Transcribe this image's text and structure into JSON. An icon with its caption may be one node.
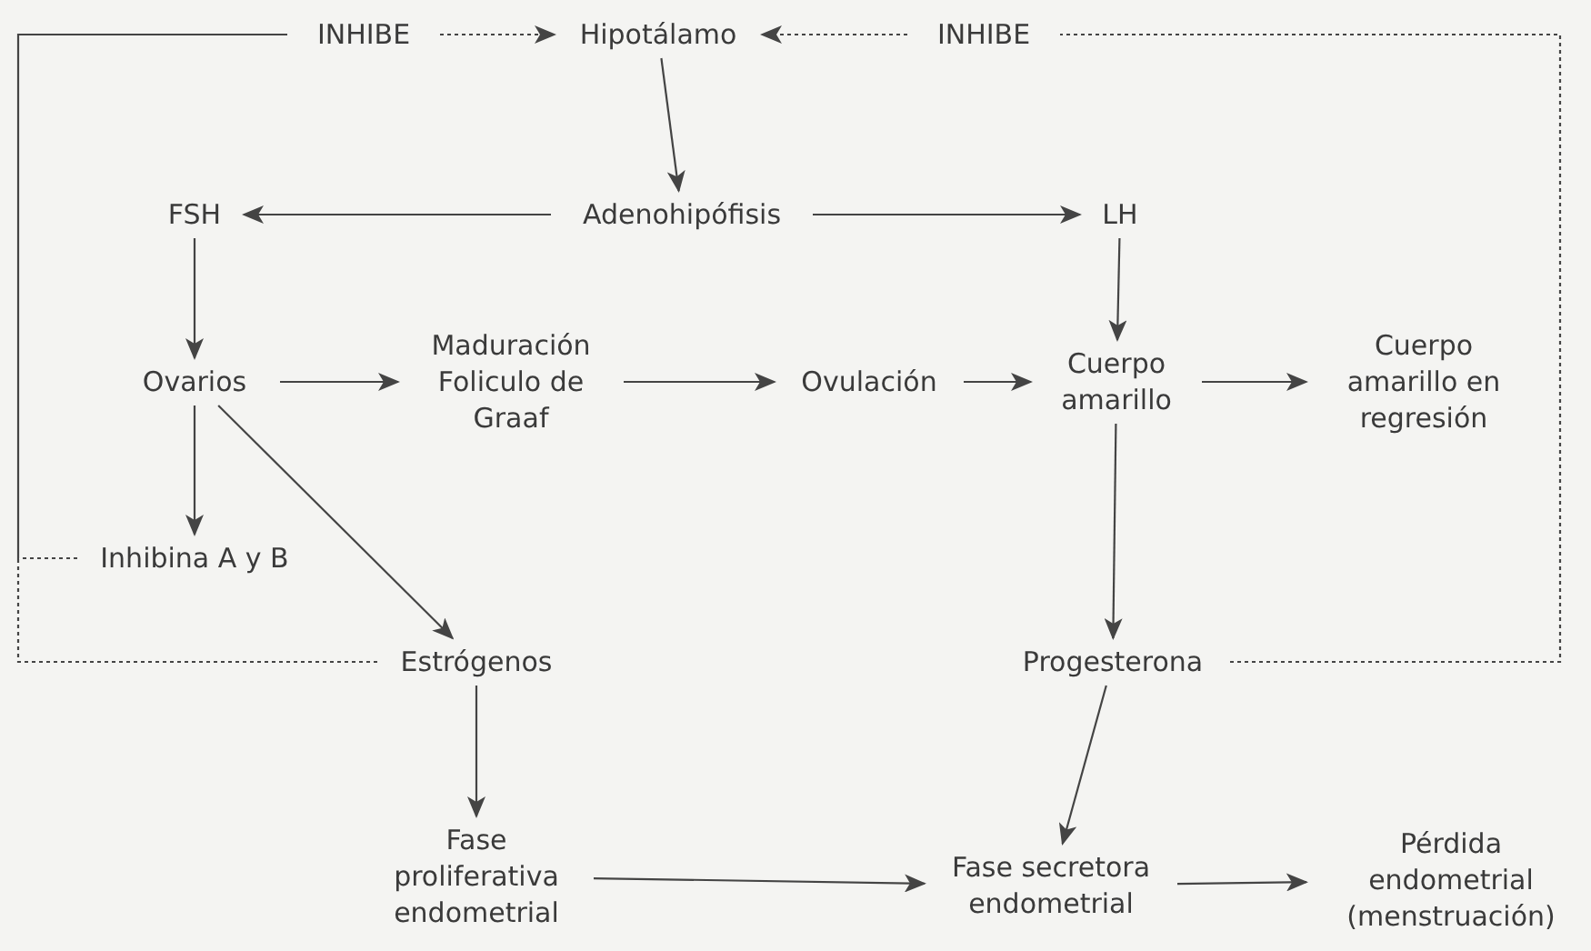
{
  "diagram": {
    "nodes": [
      {
        "text": [
          "INHIBE"
        ]
      },
      {
        "text": [
          "Hipotálamo"
        ]
      },
      {
        "text": [
          "INHIBE"
        ]
      },
      {
        "text": [
          "FSH"
        ]
      },
      {
        "text": [
          "Adenohipófisis"
        ]
      },
      {
        "text": [
          "LH"
        ]
      },
      {
        "text": [
          "Ovarios"
        ]
      },
      {
        "text": [
          "Maduración Foliculo de Graaf"
        ]
      },
      {
        "text": [
          "Ovulación"
        ]
      },
      {
        "text": [
          "Cuerpo amarillo"
        ]
      },
      {
        "text": [
          "Cuerpo amarillo en regresión"
        ]
      },
      {
        "text": [
          "Inhibina A y B"
        ]
      },
      {
        "text": [
          "Estrógenos"
        ]
      },
      {
        "text": [
          "Progesterona"
        ]
      },
      {
        "text": [
          "Fase proliferativa endometrial"
        ]
      },
      {
        "text": [
          "Fase secretora endometrial"
        ]
      },
      {
        "text": [
          "Pérdida endometrial (menstruación)"
        ]
      }
    ],
    "edges": [
      {
        "from": 0,
        "to": 1,
        "arrow": "to",
        "style": "dashed"
      },
      {
        "from": 2,
        "to": 1,
        "arrow": "to",
        "style": "dashed"
      },
      {
        "from": 1,
        "to": 4,
        "arrow": "to"
      },
      {
        "from": 4,
        "to": 3,
        "arrow": "to"
      },
      {
        "from": 4,
        "to": 5,
        "arrow": "to"
      },
      {
        "from": 3,
        "to": 6,
        "arrow": "to"
      },
      {
        "from": 6,
        "to": 7,
        "arrow": "to"
      },
      {
        "from": 7,
        "to": 8,
        "arrow": "to"
      },
      {
        "from": 8,
        "to": 9,
        "arrow": "to"
      },
      {
        "from": 5,
        "to": 9,
        "arrow": "to"
      },
      {
        "from": 9,
        "to": 10,
        "arrow": "to"
      },
      {
        "from": 6,
        "to": 11,
        "arrow": "to"
      },
      {
        "from": 6,
        "to": 12,
        "arrow": "to"
      },
      {
        "from": 9,
        "to": 13,
        "arrow": "to"
      },
      {
        "from": 11,
        "to": 0,
        "arrow": "none",
        "style": "dashed"
      },
      {
        "from": 12,
        "to": 0,
        "arrow": "none",
        "style": "dashed"
      },
      {
        "from": 13,
        "to": 2,
        "arrow": "none",
        "style": "dashed"
      },
      {
        "from": 12,
        "to": 14,
        "arrow": "to"
      },
      {
        "from": 13,
        "to": 15,
        "arrow": "to"
      },
      {
        "from": 14,
        "to": 15,
        "arrow": "to"
      },
      {
        "from": 15,
        "to": 16,
        "arrow": "to"
      }
    ]
  }
}
